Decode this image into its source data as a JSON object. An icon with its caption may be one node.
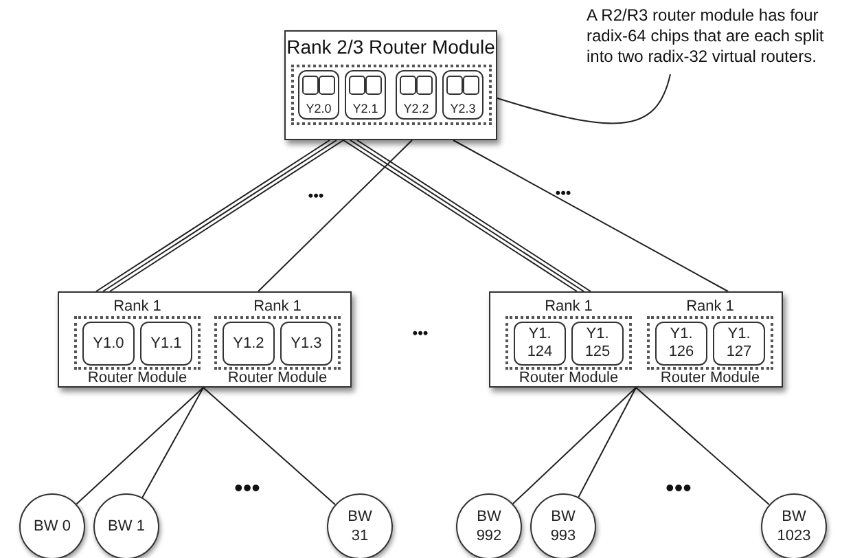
{
  "diagram": {
    "nodes": [
      {
        "text": [
          "Rank 2/3 Router Module"
        ]
      },
      {
        "text": [
          "Y2.0"
        ],
        "in": 0
      },
      {
        "text": [
          "Y2.1"
        ],
        "in": 0
      },
      {
        "text": [
          "Y2.2"
        ],
        "in": 0
      },
      {
        "text": [
          "Y2.3"
        ],
        "in": 0
      },
      {
        "text": [
          "A R2/R3 router module has four radix-64 chips that are each split into two radix-32 virtual routers."
        ]
      },
      {
        "text": [],
        "shape": "box"
      },
      {
        "text": [
          "Rank 1",
          "Router Module"
        ],
        "in": 6
      },
      {
        "text": [
          "Y1.0"
        ],
        "in": 7
      },
      {
        "text": [
          "Y1.1"
        ],
        "in": 7
      },
      {
        "text": [
          "Rank 1",
          "Router Module"
        ],
        "in": 6
      },
      {
        "text": [
          "Y1.2"
        ],
        "in": 10
      },
      {
        "text": [
          "Y1.3"
        ],
        "in": 10
      },
      {
        "text": [],
        "shape": "box"
      },
      {
        "text": [
          "Rank 1",
          "Router Module"
        ],
        "in": 13
      },
      {
        "text": [
          "Y1. 124"
        ],
        "in": 14
      },
      {
        "text": [
          "Y1. 125"
        ],
        "in": 14
      },
      {
        "text": [
          "Rank 1",
          "Router Module"
        ],
        "in": 13
      },
      {
        "text": [
          "Y1. 126"
        ],
        "in": 17
      },
      {
        "text": [
          "Y1. 127"
        ],
        "in": 17
      },
      {
        "text": [
          "BW 0"
        ]
      },
      {
        "text": [
          "BW 1"
        ]
      },
      {
        "text": [
          "BW 31"
        ]
      },
      {
        "text": [
          "BW 992"
        ]
      },
      {
        "text": [
          "BW 993"
        ]
      },
      {
        "text": [
          "BW 1023"
        ]
      }
    ],
    "edges": [
      {
        "from": 0,
        "to": 6,
        "arrow": "none"
      },
      {
        "from": 0,
        "to": 6,
        "arrow": "none"
      },
      {
        "from": 0,
        "to": 6,
        "arrow": "none"
      },
      {
        "from": 0,
        "to": 6,
        "arrow": "none"
      },
      {
        "from": 0,
        "to": 13,
        "arrow": "none"
      },
      {
        "from": 0,
        "to": 13,
        "arrow": "none"
      },
      {
        "from": 0,
        "to": 13,
        "arrow": "none"
      },
      {
        "from": 0,
        "to": 13,
        "arrow": "none"
      },
      {
        "from": 6,
        "to": 20,
        "arrow": "none"
      },
      {
        "from": 6,
        "to": 21,
        "arrow": "none"
      },
      {
        "from": 6,
        "to": 22,
        "arrow": "none"
      },
      {
        "from": 13,
        "to": 23,
        "arrow": "none"
      },
      {
        "from": 13,
        "to": 24,
        "arrow": "none"
      },
      {
        "from": 13,
        "to": 25,
        "arrow": "none"
      },
      {
        "from": 5,
        "to": 4,
        "arrow": "none"
      }
    ],
    "labels": [
      "•••",
      "•••",
      "•••",
      "•••",
      "•••"
    ]
  }
}
